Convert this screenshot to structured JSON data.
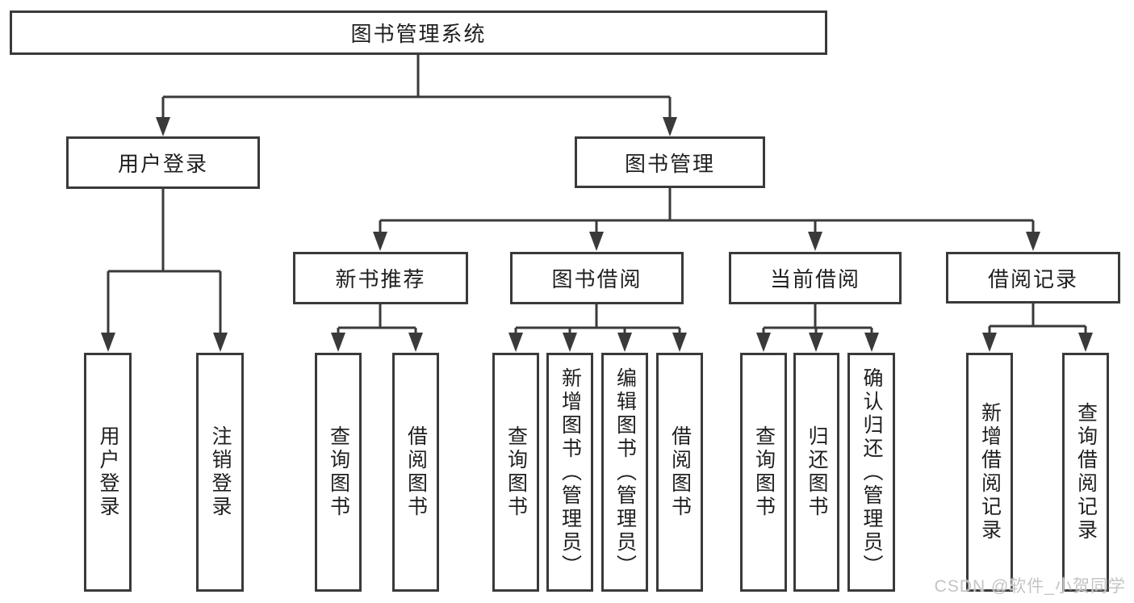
{
  "diagram": {
    "type": "hierarchy",
    "tree": {
      "label": "图书管理系统",
      "children": [
        {
          "label": "用户登录",
          "children": [
            {
              "label": "用户登录"
            },
            {
              "label": "注销登录"
            }
          ]
        },
        {
          "label": "图书管理",
          "children": [
            {
              "label": "新书推荐",
              "children": [
                {
                  "label": "查询图书"
                },
                {
                  "label": "借阅图书"
                }
              ]
            },
            {
              "label": "图书借阅",
              "children": [
                {
                  "label": "查询图书"
                },
                {
                  "label": "新增图书（管理员）"
                },
                {
                  "label": "编辑图书（管理员）"
                },
                {
                  "label": "借阅图书"
                }
              ]
            },
            {
              "label": "当前借阅",
              "children": [
                {
                  "label": "查询图书"
                },
                {
                  "label": "归还图书"
                },
                {
                  "label": "确认归还（管理员）"
                }
              ]
            },
            {
              "label": "借阅记录",
              "children": [
                {
                  "label": "新增借阅记录"
                },
                {
                  "label": "查询借阅记录"
                }
              ]
            }
          ]
        }
      ]
    },
    "colors": {
      "line": "#3a3a3a",
      "box_border": "#3a3a3a",
      "text": "#1f1f1f",
      "background": "#ffffff",
      "watermark": "#c4c4c4"
    }
  },
  "watermark": "CSDN @软件_小贺同学"
}
